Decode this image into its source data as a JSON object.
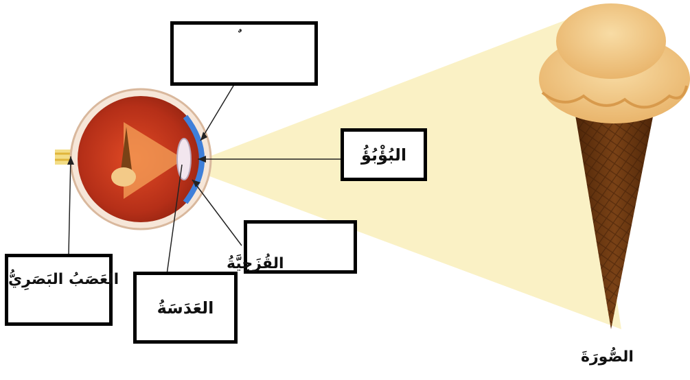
{
  "labels": {
    "pupil": "البُؤْبُؤُ",
    "iris": "القُزَحِيَّةُ",
    "lens": "العَدَسَةُ",
    "optic_nerve": "العَصَبُ البَصَرِيُّ",
    "image": "الصُّورَةَ",
    "cornea_mark": "ٌ"
  },
  "colors": {
    "beam": "#faefbf",
    "eye_inner": "#c0391f",
    "eye_outer": "#e48a57",
    "cornea": "#3f7fd9",
    "nerve": "#f1cf55",
    "cone": "#6b3712",
    "ice_cream": "#f3ca88"
  }
}
